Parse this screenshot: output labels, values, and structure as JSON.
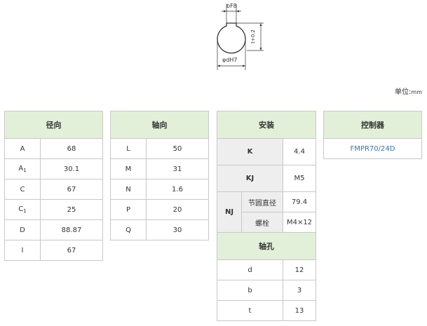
{
  "diagram": {
    "label_b": "bF8",
    "label_t": "t+0.2",
    "label_d": "φdH7"
  },
  "unit_label": "单位",
  "unit_value": "mm",
  "radial": {
    "title": "径向",
    "rows": [
      {
        "k": "A",
        "sub": "",
        "v": "68"
      },
      {
        "k": "A",
        "sub": "1",
        "v": "30.1"
      },
      {
        "k": "C",
        "sub": "",
        "v": "67"
      },
      {
        "k": "C",
        "sub": "1",
        "v": "25"
      },
      {
        "k": "D",
        "sub": "",
        "v": "88.87"
      },
      {
        "k": "I",
        "sub": "",
        "v": "67"
      }
    ]
  },
  "axial": {
    "title": "轴向",
    "rows": [
      {
        "k": "L",
        "v": "50"
      },
      {
        "k": "M",
        "v": "31"
      },
      {
        "k": "N",
        "v": "1.6"
      },
      {
        "k": "P",
        "v": "20"
      },
      {
        "k": "Q",
        "v": "30"
      }
    ]
  },
  "mount": {
    "title": "安装",
    "k_label": "K",
    "k_value": "4.4",
    "kj_label": "KJ",
    "kj_value": "M5",
    "nj_label": "NJ",
    "nj_pcd_label": "节圆直径",
    "nj_pcd_value": "79.4",
    "nj_bolt_label": "螺栓",
    "nj_bolt_value": "M4×12"
  },
  "shaft_hole": {
    "title": "轴孔",
    "rows": [
      {
        "k": "d",
        "v": "12"
      },
      {
        "k": "b",
        "v": "3"
      },
      {
        "k": "t",
        "v": "13"
      }
    ]
  },
  "controller": {
    "title": "控制器",
    "link": "FMPR70/24D"
  }
}
